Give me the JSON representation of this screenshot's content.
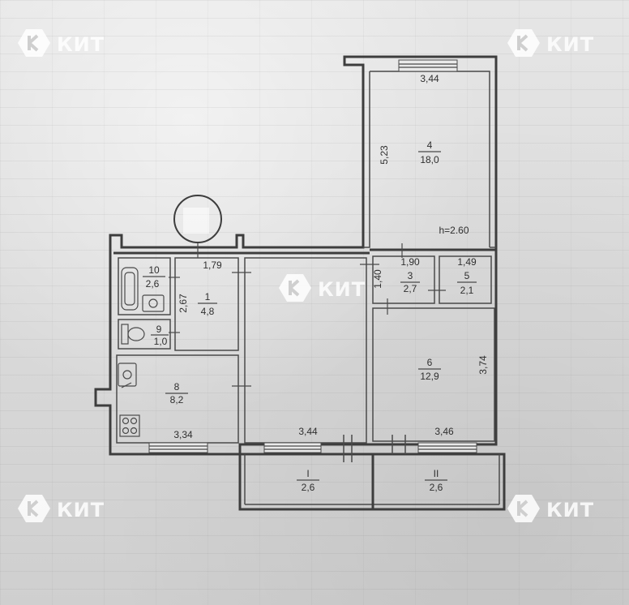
{
  "watermark": {
    "brand": "КИТ"
  },
  "plan": {
    "rooms": [
      {
        "id": "1",
        "number": "1",
        "area": "4,8"
      },
      {
        "id": "3",
        "number": "3",
        "area": "2,7"
      },
      {
        "id": "4",
        "number": "4",
        "area": "18,0"
      },
      {
        "id": "5",
        "number": "5",
        "area": "2,1"
      },
      {
        "id": "6",
        "number": "6",
        "area": "12,9"
      },
      {
        "id": "8",
        "number": "8",
        "area": "8,2"
      },
      {
        "id": "9",
        "number": "9",
        "area": "1,0"
      },
      {
        "id": "10",
        "number": "10",
        "area": "2,6"
      },
      {
        "id": "balcony-1",
        "number": "I",
        "area": "2,6"
      },
      {
        "id": "balcony-2",
        "number": "II",
        "area": "2,6"
      }
    ],
    "dimensions": {
      "room4_width": "3,44",
      "room4_depth": "5,23",
      "ceiling_height": "h=2.60",
      "hall_width": "1,79",
      "hall_depth": "2,67",
      "room3_width": "1,90",
      "room3_depth": "1,40",
      "room5_width": "1,49",
      "room6_depth": "3,74",
      "room6_width": "3,46",
      "living_width": "3,44",
      "kitchen_width": "3,34"
    }
  },
  "colors": {
    "wall": "#3d3d3d",
    "paper": "#dcdcdc",
    "watermark": "#ffffff"
  }
}
